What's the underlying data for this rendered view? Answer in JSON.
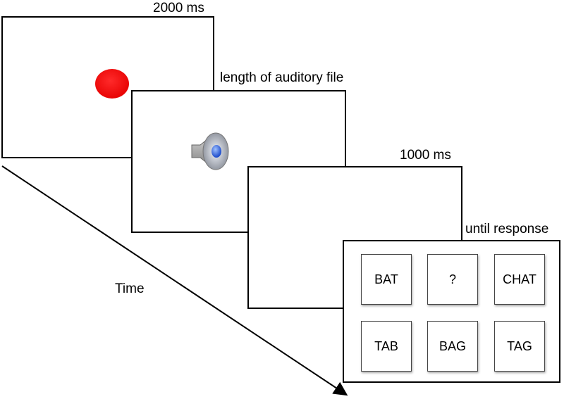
{
  "screens": {
    "fixation": {
      "duration": "2000 ms",
      "stimulus": "red-dot"
    },
    "audio": {
      "duration": "length of auditory file",
      "stimulus": "speaker-icon"
    },
    "blank": {
      "duration": "1000 ms"
    },
    "response": {
      "duration": "until response",
      "options": [
        "BAT",
        "?",
        "CHAT",
        "TAB",
        "BAG",
        "TAG"
      ]
    }
  },
  "time_label": "Time",
  "colors": {
    "dot": "#ff0000",
    "speaker_cone": "#3366dd"
  }
}
